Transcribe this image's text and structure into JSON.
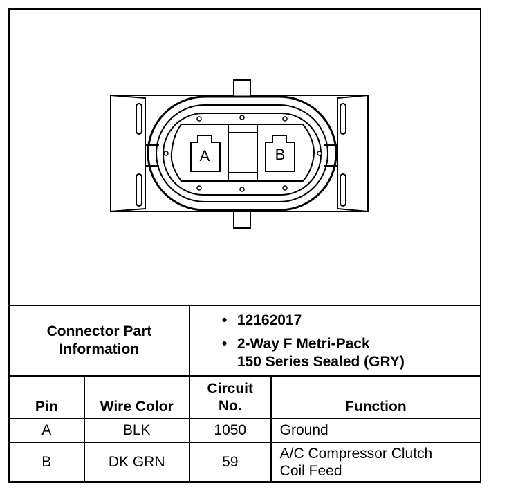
{
  "connector": {
    "pin_a_label": "A",
    "pin_b_label": "B"
  },
  "part_info": {
    "title_line1": "Connector Part",
    "title_line2": "Information",
    "part_number": "12162017",
    "description_line1": "2-Way F Metri-Pack",
    "description_line2": "150 Series Sealed (GRY)",
    "bullet": "•"
  },
  "headers": {
    "pin": "Pin",
    "wire_color": "Wire Color",
    "circuit_line1": "Circuit",
    "circuit_line2": "No.",
    "function": "Function"
  },
  "rows": [
    {
      "pin": "A",
      "wire_color": "BLK",
      "circuit": "1050",
      "function_line1": "Ground",
      "function_line2": ""
    },
    {
      "pin": "B",
      "wire_color": "DK GRN",
      "circuit": "59",
      "function_line1": "A/C Compressor Clutch",
      "function_line2": "Coil Feed"
    }
  ]
}
